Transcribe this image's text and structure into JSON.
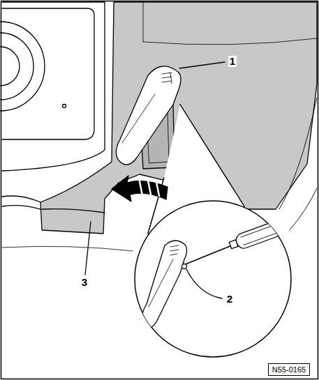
{
  "diagram": {
    "labels": [
      "1",
      "2",
      "3",
      "N55-0165"
    ]
  }
}
